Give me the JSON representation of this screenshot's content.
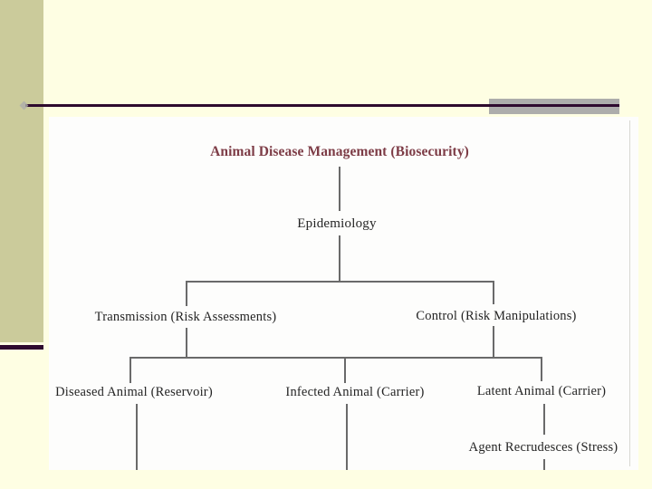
{
  "slide": {
    "colors": {
      "background": "#fefee3",
      "sidebar": "#cbcb9b",
      "rule": "#2e0a2e",
      "rule_gray": "#adadab",
      "paper": "#fdfdfc",
      "title_text": "#7d3c46",
      "node_text": "#242424",
      "line": "#6a6a6a"
    }
  },
  "diagram": {
    "root": "Animal Disease Management (Biosecurity)",
    "level1": [
      "Epidemiology"
    ],
    "level2": [
      "Transmission (Risk Assessments)",
      "Control (Risk Manipulations)"
    ],
    "level3": [
      "Diseased Animal (Reservoir)",
      "Infected Animal (Carrier)",
      "Latent Animal (Carrier)"
    ],
    "level4": [
      "Agent Recrudesces (Stress)"
    ]
  }
}
